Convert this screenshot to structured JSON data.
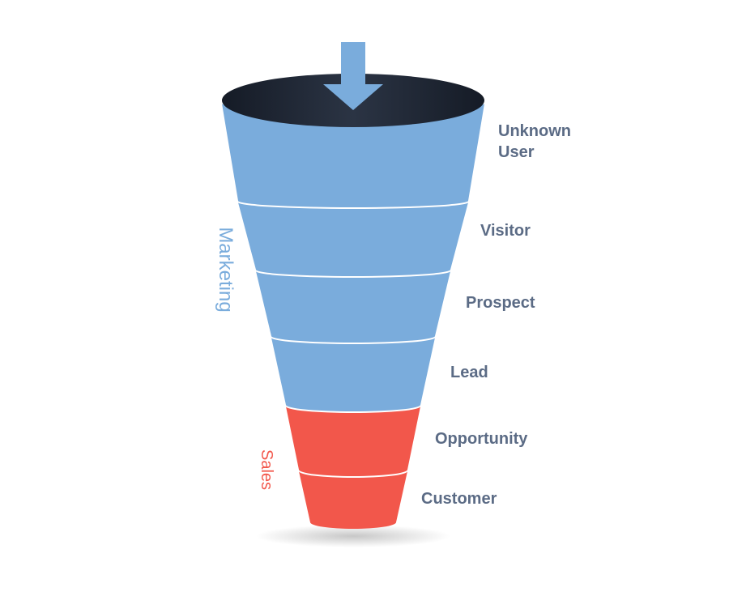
{
  "stages": [
    {
      "id": "unknown-user",
      "lines": [
        "Unknown",
        "User"
      ],
      "group": "marketing"
    },
    {
      "id": "visitor",
      "lines": [
        "Visitor"
      ],
      "group": "marketing"
    },
    {
      "id": "prospect",
      "lines": [
        "Prospect"
      ],
      "group": "marketing"
    },
    {
      "id": "lead",
      "lines": [
        "Lead"
      ],
      "group": "marketing"
    },
    {
      "id": "opportunity",
      "lines": [
        "Opportunity"
      ],
      "group": "sales"
    },
    {
      "id": "customer",
      "lines": [
        "Customer"
      ],
      "group": "sales"
    }
  ],
  "groups": {
    "marketing": {
      "label": "Marketing",
      "color": "#7aacdc"
    },
    "sales": {
      "label": "Sales",
      "color": "#f2574b"
    }
  },
  "colors": {
    "funnel_mouth": "#1e2532",
    "arrow": "#7aacdc",
    "label_text": "#5b6b85"
  },
  "icons": {
    "arrow": "arrow-down-icon"
  }
}
